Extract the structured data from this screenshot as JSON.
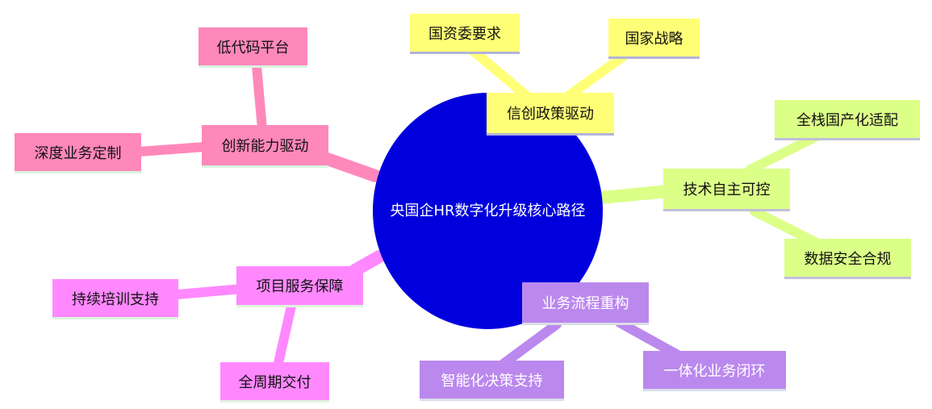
{
  "root": {
    "label": "央国企HR数字化升级核心路径",
    "color": "#0000dd"
  },
  "colors": {
    "yellow": "#ffff77",
    "yellow_bar": "#b3b3d9",
    "green": "#dcff88",
    "green_bar": "#c0c0d8",
    "purple": "#bb88ee",
    "purple_bar": "#dadde8",
    "magenta": "#ff88ff",
    "magenta_bar": "#dff5dc",
    "pink": "#ff88bb",
    "pink_bar": "#d8f2e0"
  },
  "branches": {
    "policy": {
      "label": "信创政策驱动",
      "children": [
        "国资委要求",
        "国家战略"
      ]
    },
    "tech": {
      "label": "技术自主可控",
      "children": [
        "全栈国产化适配",
        "数据安全合规"
      ]
    },
    "process": {
      "label": "业务流程重构",
      "children": [
        "智能化决策支持",
        "一体化业务闭环"
      ]
    },
    "service": {
      "label": "项目服务保障",
      "children": [
        "持续培训支持",
        "全周期交付"
      ]
    },
    "innovation": {
      "label": "创新能力驱动",
      "children": [
        "低代码平台",
        "深度业务定制"
      ]
    }
  }
}
